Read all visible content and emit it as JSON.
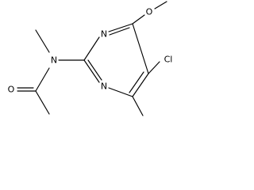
{
  "molecule": {
    "atoms": {
      "oxygen_methoxy": "O",
      "nitrogen_ring_top": "N",
      "nitrogen_ring_bottom": "N",
      "nitrogen_amide": "N",
      "chlorine": "Cl",
      "oxygen_carbonyl": "O"
    }
  },
  "colors": {
    "bond": "#000000",
    "label": "#000000",
    "background": "#ffffff"
  }
}
